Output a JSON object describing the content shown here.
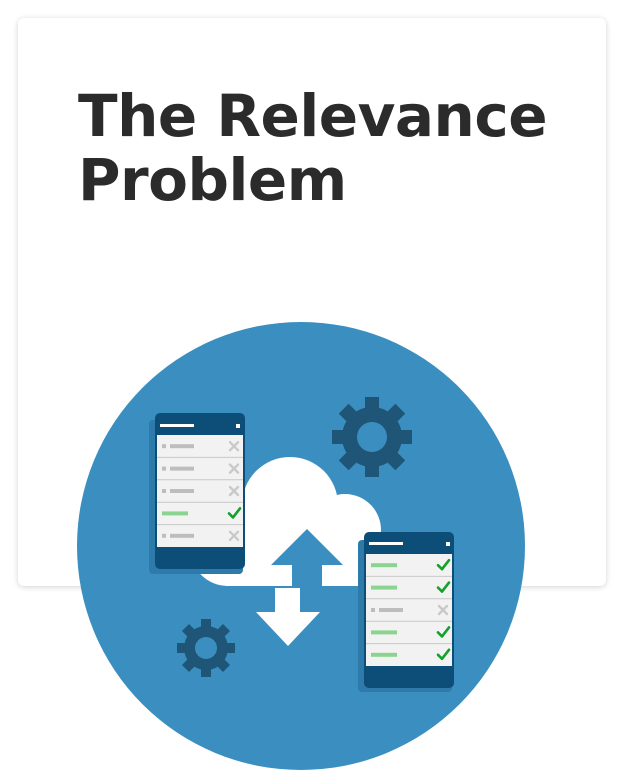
{
  "card": {
    "title_line1": "The Relevance",
    "title_line2": "Problem"
  },
  "illustration": {
    "circle_color": "#3b8fc0",
    "cloud_color": "#ffffff",
    "gear_color": "#1f5577",
    "device_header_color": "#0c4e77",
    "check_color": "#13a12a",
    "cross_color": "#c9c9c9",
    "relevant_bar_color": "#8ad48f",
    "left_device_rows": [
      {
        "status": "irrelevant"
      },
      {
        "status": "irrelevant"
      },
      {
        "status": "irrelevant"
      },
      {
        "status": "relevant"
      },
      {
        "status": "irrelevant"
      }
    ],
    "right_device_rows": [
      {
        "status": "relevant"
      },
      {
        "status": "relevant"
      },
      {
        "status": "irrelevant"
      },
      {
        "status": "relevant"
      },
      {
        "status": "relevant"
      }
    ]
  }
}
